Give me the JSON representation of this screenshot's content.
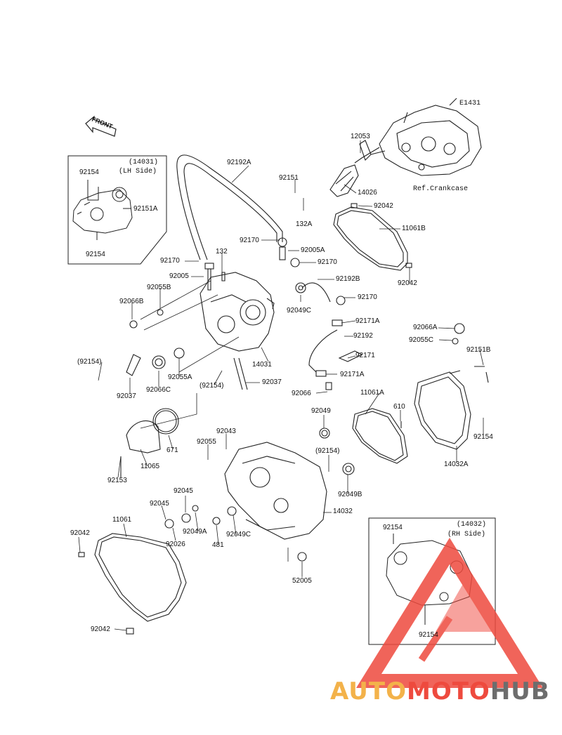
{
  "diagram_code": "E1431",
  "front_label": "FRONT",
  "ref_crankcase": "Ref.Crankcase",
  "lh_box": {
    "code": "(14031)",
    "side": "(LH Side)"
  },
  "rh_box": {
    "code": "(14032)",
    "side": "(RH Side)"
  },
  "watermark": {
    "part1": "AUTO",
    "part2": "MOTO",
    "part3": "HUB"
  },
  "labels": {
    "p12053": "12053",
    "p92192A": "92192A",
    "p92151": "92151",
    "p14026": "14026",
    "p92042a": "92042",
    "p132A": "132A",
    "p11061B": "11061B",
    "p92170a": "92170",
    "p92005A": "92005A",
    "p92170b": "92170",
    "p132": "132",
    "p92005": "92005",
    "p92170c": "92170",
    "p92192B": "92192B",
    "p92042b": "92042",
    "p92055B": "92055B",
    "p92066B": "92066B",
    "p92049C_top": "92049C",
    "p92170d": "92170",
    "p92171A_a": "92171A",
    "p92192": "92192",
    "p92066A": "92066A",
    "p92055C": "92055C",
    "p92151B": "92151B",
    "p92154_paren_a": "(92154)",
    "p92055A": "92055A",
    "p14031": "14031",
    "p92171": "92171",
    "p92066C": "92066C",
    "p92154_paren_b": "(92154)",
    "p92037a": "92037",
    "p92037b": "92037",
    "p92171A_b": "92171A",
    "p92066": "92066",
    "p11061A": "11061A",
    "p610": "610",
    "p92049": "92049",
    "p671": "671",
    "p92043": "92043",
    "p92055": "92055",
    "p11065": "11065",
    "p92153": "92153",
    "p92154_paren_c": "(92154)",
    "p92154_right": "92154",
    "p14032A": "14032A",
    "p92049B": "92049B",
    "p92045a": "92045",
    "p92045b": "92045",
    "p14032": "14032",
    "p11061": "11061",
    "p92042c": "92042",
    "p92026": "92026",
    "p92049A": "92049A",
    "p481": "481",
    "p92049C_bot": "92049C",
    "p52005": "52005",
    "p92042d": "92042",
    "lh_92154_top": "92154",
    "lh_92151A": "92151A",
    "lh_92154_bottom": "92154",
    "rh_92154_top": "92154",
    "rh_92154_bottom": "92154"
  }
}
